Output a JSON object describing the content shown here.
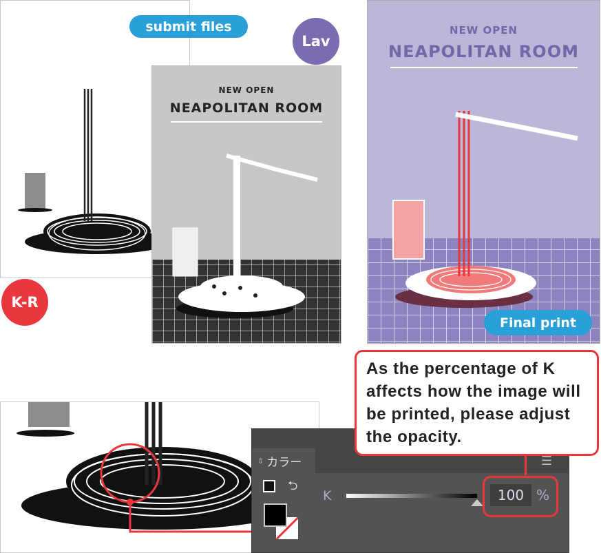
{
  "labels": {
    "submit_files": "submit files",
    "lav": "Lav",
    "k_r": "K-R",
    "final_print": "Final print"
  },
  "poster": {
    "subtitle": "NEW OPEN",
    "title": "NEAPOLITAN ROOM"
  },
  "callout": {
    "text": "As the percentage of K affects how the image will be printed, please adjust the opacity."
  },
  "color_panel": {
    "tab_label": "カラー",
    "channel_label": "K",
    "k_value": "100",
    "unit": "%",
    "k_fraction": 1.0
  },
  "colors": {
    "accent_blue": "#2aa0d8",
    "lav_purple": "#7b6bb0",
    "kr_red": "#e8383d"
  }
}
